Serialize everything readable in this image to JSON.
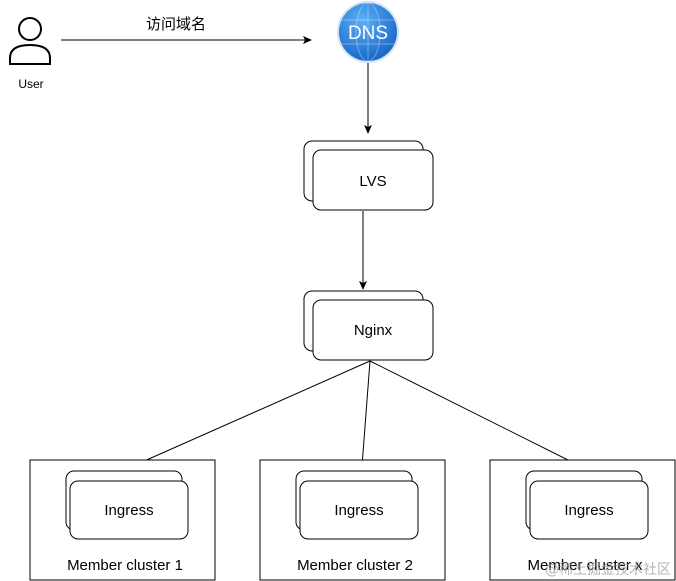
{
  "diagram": {
    "user": {
      "label": "User",
      "icon": "user-icon"
    },
    "edge_user_dns": {
      "label": "访问域名"
    },
    "dns": {
      "label": "DNS",
      "icon": "globe-icon",
      "color": "#1E78D7"
    },
    "lvs": {
      "label": "LVS"
    },
    "nginx": {
      "label": "Nginx"
    },
    "clusters": [
      {
        "title": "Member cluster 1",
        "ingress_label": "Ingress"
      },
      {
        "title": "Member cluster 2",
        "ingress_label": "Ingress"
      },
      {
        "title": "Member cluster x",
        "ingress_label": "Ingress"
      }
    ],
    "watermark": "@稀土掘金技术社区"
  },
  "colors": {
    "stroke": "#000000",
    "background": "#ffffff"
  }
}
